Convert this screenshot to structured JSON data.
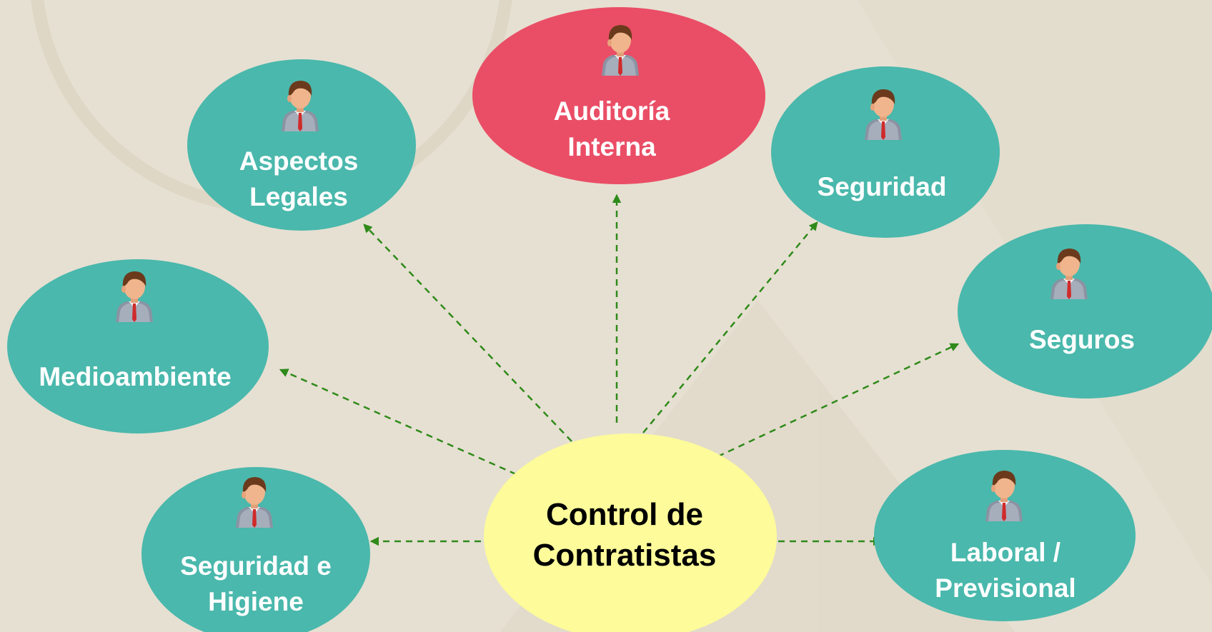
{
  "colors": {
    "background": "#e6e0d2",
    "node_teal": "#4ab8ac",
    "node_red": "#ea4e66",
    "center_yellow": "#fdfb9a",
    "arrow_green": "#2f8a1a"
  },
  "center": {
    "line1": "Control de",
    "line2": "Contratistas"
  },
  "nodes": {
    "auditoria": {
      "line1": "Auditoría",
      "line2": "Interna",
      "icon": "person-icon"
    },
    "aspectos": {
      "line1": "Aspectos",
      "line2": "Legales",
      "icon": "person-icon"
    },
    "seguridad": {
      "line1": "Seguridad",
      "icon": "person-icon"
    },
    "medioambiente": {
      "line1": "Medioambiente",
      "icon": "person-icon"
    },
    "seguros": {
      "line1": "Seguros",
      "icon": "person-icon"
    },
    "higiene": {
      "line1": "Seguridad e",
      "line2": "Higiene",
      "icon": "person-icon"
    },
    "laboral": {
      "line1": "Laboral /",
      "line2": "Previsional",
      "icon": "person-icon"
    }
  }
}
